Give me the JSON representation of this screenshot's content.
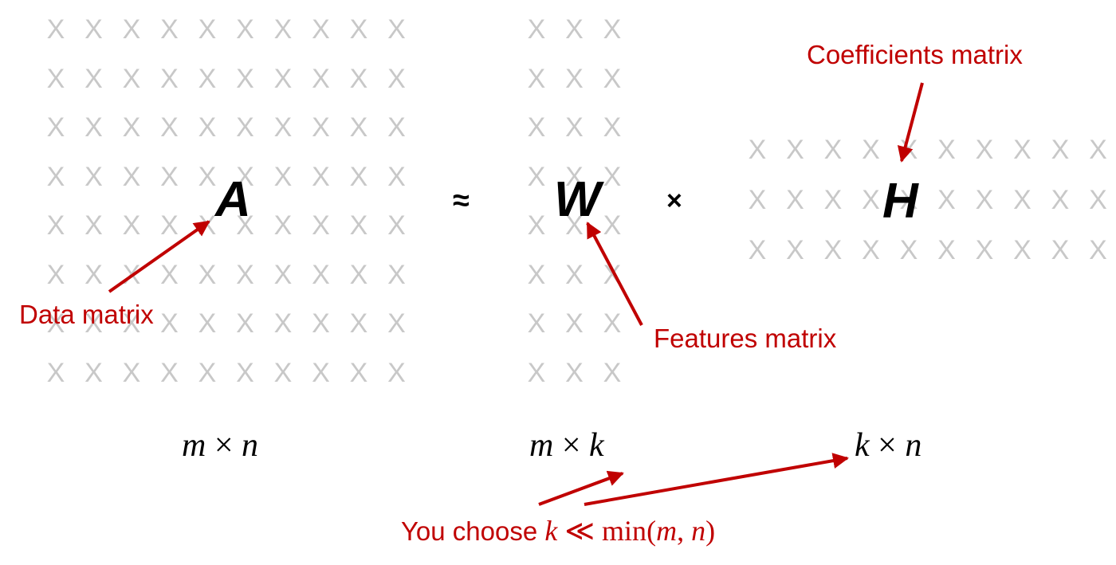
{
  "cell_glyph": "X",
  "matrices": {
    "A": {
      "symbol": "A",
      "dims": {
        "left": "m",
        "times": "×",
        "right": "n"
      },
      "rows": 8,
      "cols": 10
    },
    "W": {
      "symbol": "W",
      "dims": {
        "left": "m",
        "times": "×",
        "right": "k"
      },
      "rows": 8,
      "cols": 3
    },
    "H": {
      "symbol": "H",
      "dims": {
        "left": "k",
        "times": "×",
        "right": "n"
      },
      "rows": 3,
      "cols": 10
    }
  },
  "operators": {
    "approx": "≈",
    "multiply": "×"
  },
  "labels": {
    "data": "Data matrix",
    "features": "Features matrix",
    "coefficients": "Coefficients matrix"
  },
  "note": {
    "prefix": "You choose ",
    "k": "k",
    "rel": " ≪ ",
    "min": "min",
    "open": "(",
    "m": "m",
    "comma": ", ",
    "n": "n",
    "close": ")"
  },
  "colors": {
    "cell": "#c8c8c8",
    "accent": "#c00000",
    "text": "#000000"
  }
}
